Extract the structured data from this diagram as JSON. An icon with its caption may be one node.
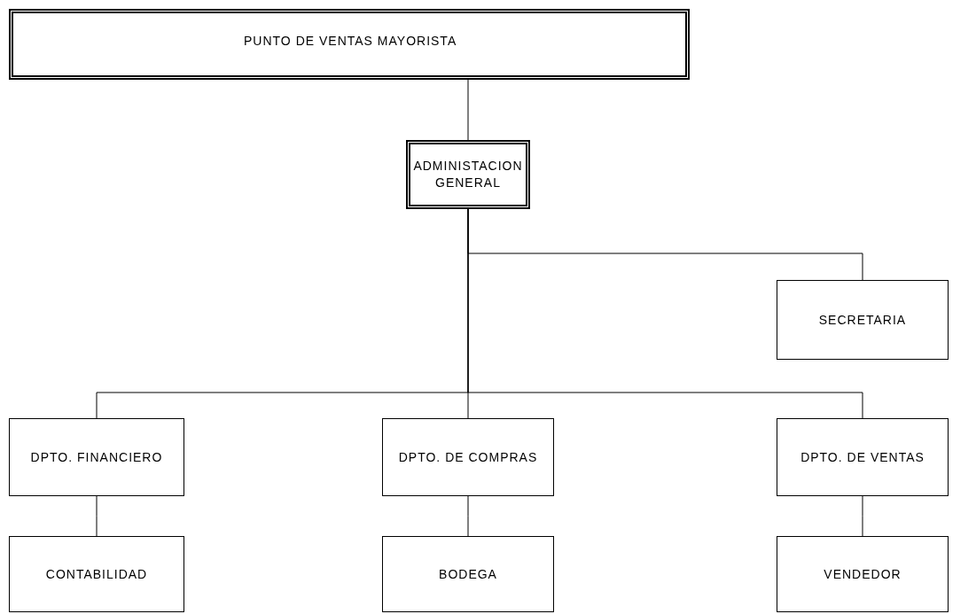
{
  "diagram": {
    "nodes": [
      {
        "text": [
          "PUNTO DE VENTAS MAYORISTA"
        ]
      },
      {
        "text": [
          "ADMINISTACION GENERAL"
        ]
      },
      {
        "text": [
          "SECRETARIA"
        ]
      },
      {
        "text": [
          "DPTO. FINANCIERO"
        ]
      },
      {
        "text": [
          "DPTO. DE COMPRAS"
        ]
      },
      {
        "text": [
          "DPTO. DE VENTAS"
        ]
      },
      {
        "text": [
          "CONTABILIDAD"
        ]
      },
      {
        "text": [
          "BODEGA"
        ]
      },
      {
        "text": [
          "VENDEDOR"
        ]
      }
    ],
    "edges": [
      {
        "from": 0,
        "to": 1,
        "arrow": "none"
      },
      {
        "from": 1,
        "to": 2,
        "arrow": "none"
      },
      {
        "from": 1,
        "to": 3,
        "arrow": "none"
      },
      {
        "from": 1,
        "to": 4,
        "arrow": "none"
      },
      {
        "from": 1,
        "to": 5,
        "arrow": "none"
      },
      {
        "from": 3,
        "to": 6,
        "arrow": "none"
      },
      {
        "from": 4,
        "to": 7,
        "arrow": "none"
      },
      {
        "from": 5,
        "to": 8,
        "arrow": "none"
      }
    ]
  }
}
